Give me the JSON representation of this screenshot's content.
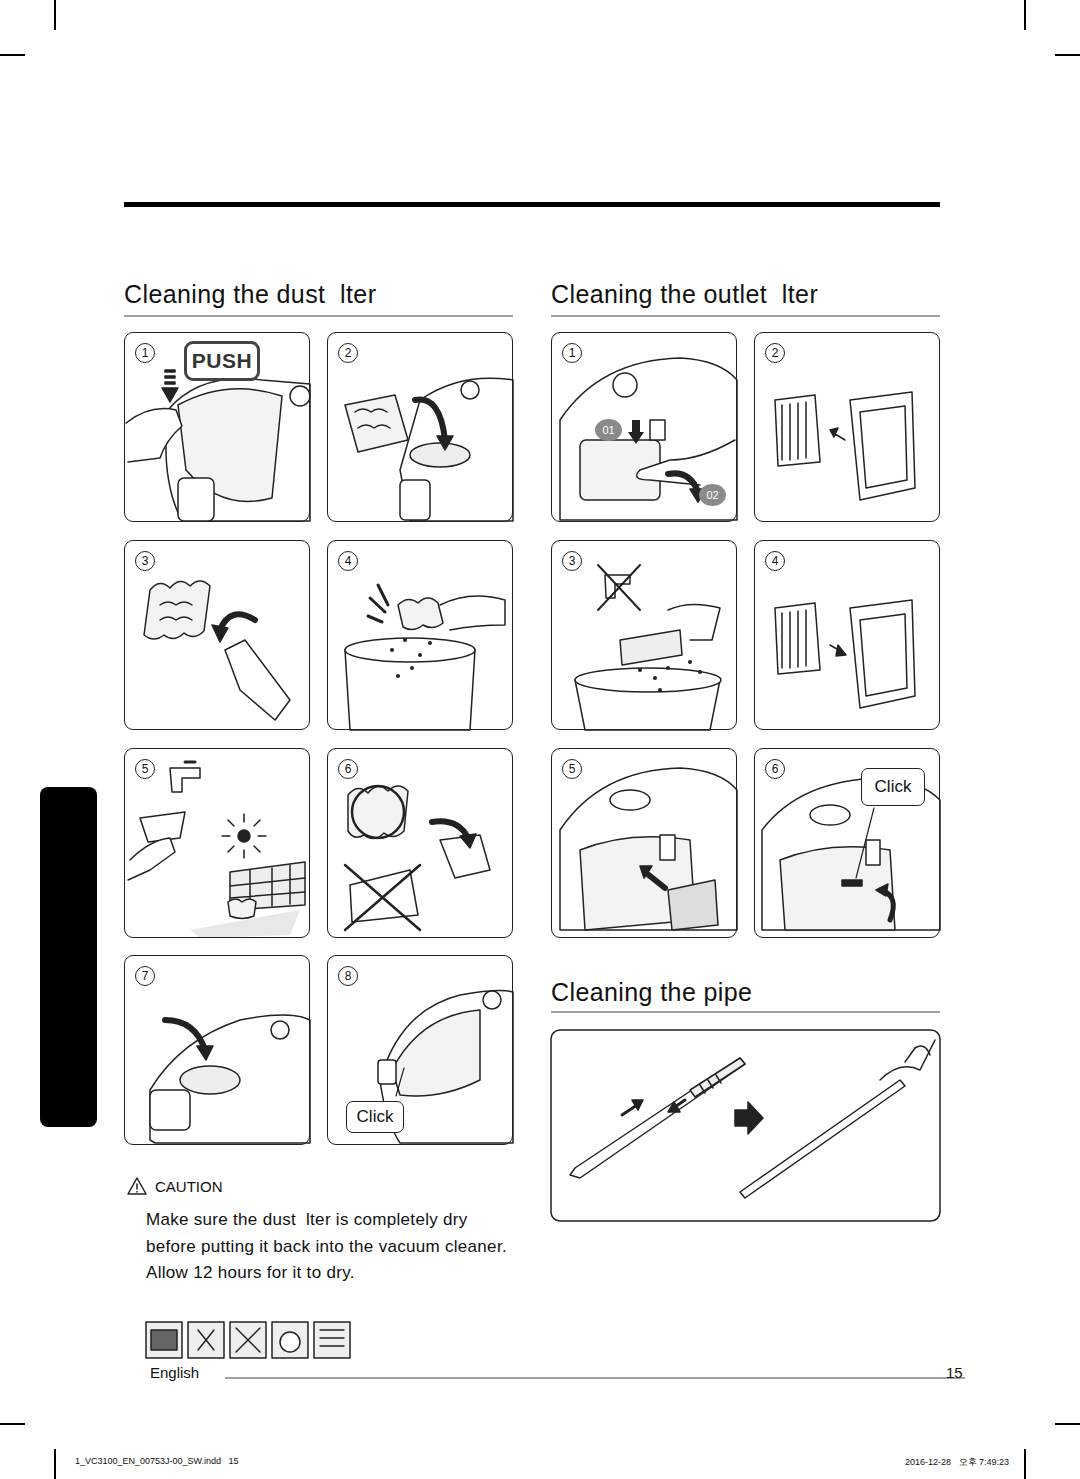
{
  "diagram": {
    "nodes": [
      {
        "text": [
          "1"
        ]
      },
      {
        "text": [
          "PUSH"
        ],
        "in": 0
      },
      {
        "text": [
          "2"
        ]
      },
      {
        "text": [
          "3"
        ]
      },
      {
        "text": [
          "4"
        ]
      },
      {
        "text": [
          "5"
        ]
      },
      {
        "text": [
          "6"
        ]
      },
      {
        "text": [
          "7"
        ]
      },
      {
        "text": [
          "8"
        ]
      },
      {
        "text": [
          "Click"
        ],
        "in": 8
      },
      {
        "text": [
          "1"
        ]
      },
      {
        "text": [
          "01"
        ],
        "in": 10
      },
      {
        "text": [
          "02"
        ],
        "in": 10
      },
      {
        "text": [
          "2"
        ]
      },
      {
        "text": [
          "3"
        ]
      },
      {
        "text": [
          "4"
        ]
      },
      {
        "text": [
          "5"
        ]
      },
      {
        "text": [
          "6"
        ]
      },
      {
        "text": [
          "Click"
        ],
        "in": 17
      }
    ],
    "labels": [
      "Cleaning the dust  lter",
      "Cleaning the outlet  lter",
      "Cleaning the pipe",
      "CAUTION",
      "Make sure the dust  lter is completely dry before putting it back into the vacuum cleaner. Allow 12 hours for it to dry.",
      "English",
      "15",
      "1_VC3100_EN_00753J-00_SW.indd   15",
      "2016-12-28   오후 7:49:23"
    ]
  }
}
